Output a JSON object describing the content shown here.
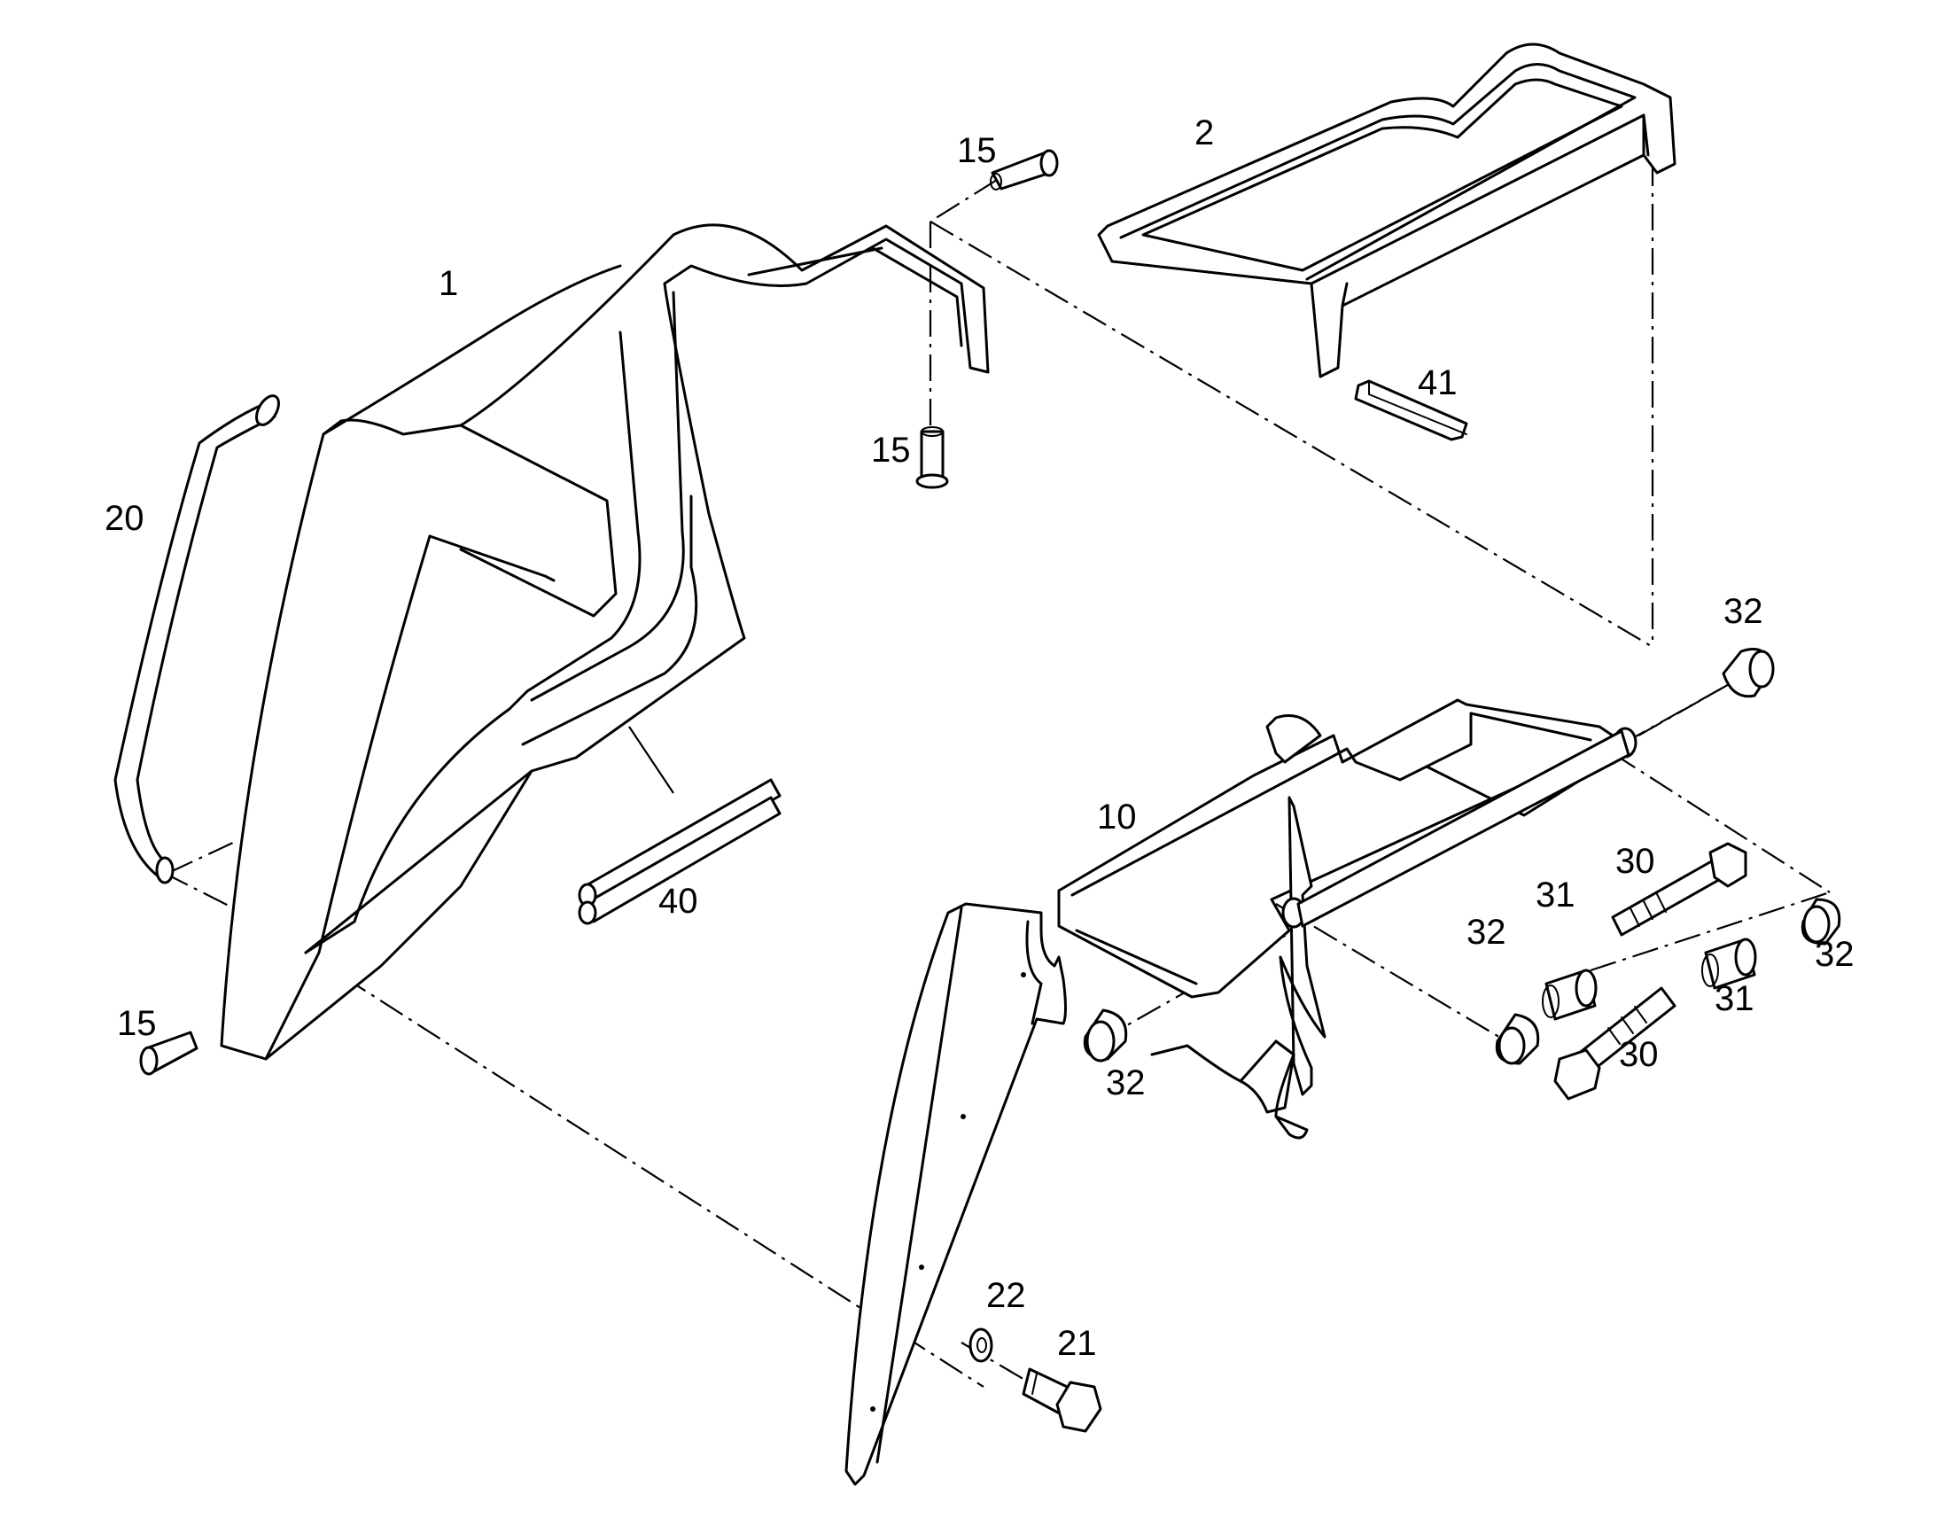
{
  "callouts": {
    "c1": "1",
    "c2": "2",
    "c10": "10",
    "c15a": "15",
    "c15b": "15",
    "c15c": "15",
    "c20": "20",
    "c21": "21",
    "c22": "22",
    "c30a": "30",
    "c30b": "30",
    "c31a": "31",
    "c31b": "31",
    "c32a": "32",
    "c32b": "32",
    "c32c": "32",
    "c32d": "32",
    "c40": "40",
    "c41": "41"
  }
}
